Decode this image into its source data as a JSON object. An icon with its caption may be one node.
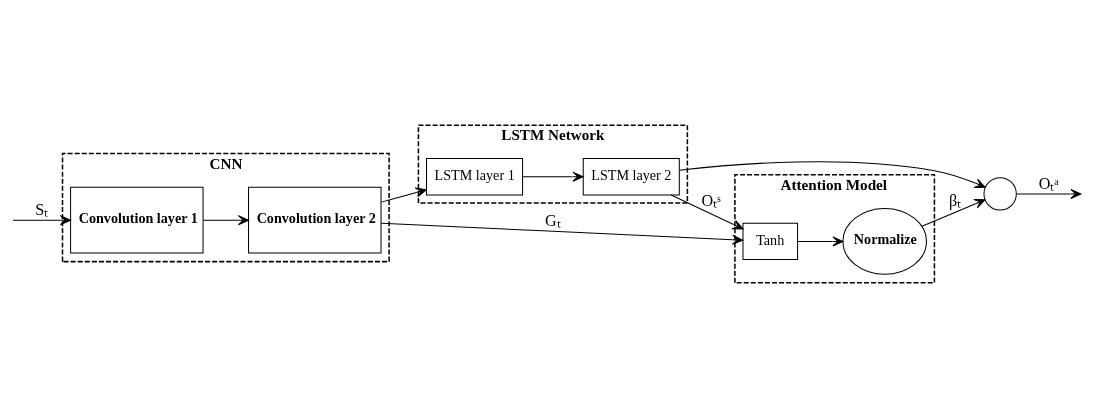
{
  "diagram": {
    "nodes": [
      {
        "text": [
          "CNN"
        ]
      },
      {
        "text": [
          "Convolution layer 1"
        ],
        "in": 0
      },
      {
        "text": [
          "Convolution layer 2"
        ],
        "in": 0
      },
      {
        "text": [
          "LSTM Network"
        ]
      },
      {
        "text": [
          "LSTM layer 1"
        ],
        "in": 3
      },
      {
        "text": [
          "LSTM layer 2"
        ],
        "in": 3
      },
      {
        "text": [
          "Attention Model"
        ]
      },
      {
        "text": [
          "Tanh"
        ],
        "in": 6
      },
      {
        "text": [
          "Normalize"
        ],
        "in": 6
      },
      {
        "text": [],
        "shape": "circle"
      }
    ],
    "edges": [
      {
        "from": null,
        "to": 1,
        "arrow": "to",
        "label": "Sₜ"
      },
      {
        "from": 1,
        "to": 2,
        "arrow": "to"
      },
      {
        "from": 2,
        "to": 4,
        "arrow": "to"
      },
      {
        "from": 4,
        "to": 5,
        "arrow": "to"
      },
      {
        "from": 2,
        "to": 7,
        "arrow": "to",
        "label": "Gₜ"
      },
      {
        "from": 5,
        "to": 9,
        "arrow": "to"
      },
      {
        "from": 5,
        "to": 7,
        "arrow": "to",
        "label": "Oₜˢ"
      },
      {
        "from": 7,
        "to": 8,
        "arrow": "to"
      },
      {
        "from": 8,
        "to": 9,
        "arrow": "to",
        "label": "βₜ"
      },
      {
        "from": 9,
        "to": null,
        "arrow": "to",
        "label": "Oₜᵃ"
      }
    ]
  }
}
